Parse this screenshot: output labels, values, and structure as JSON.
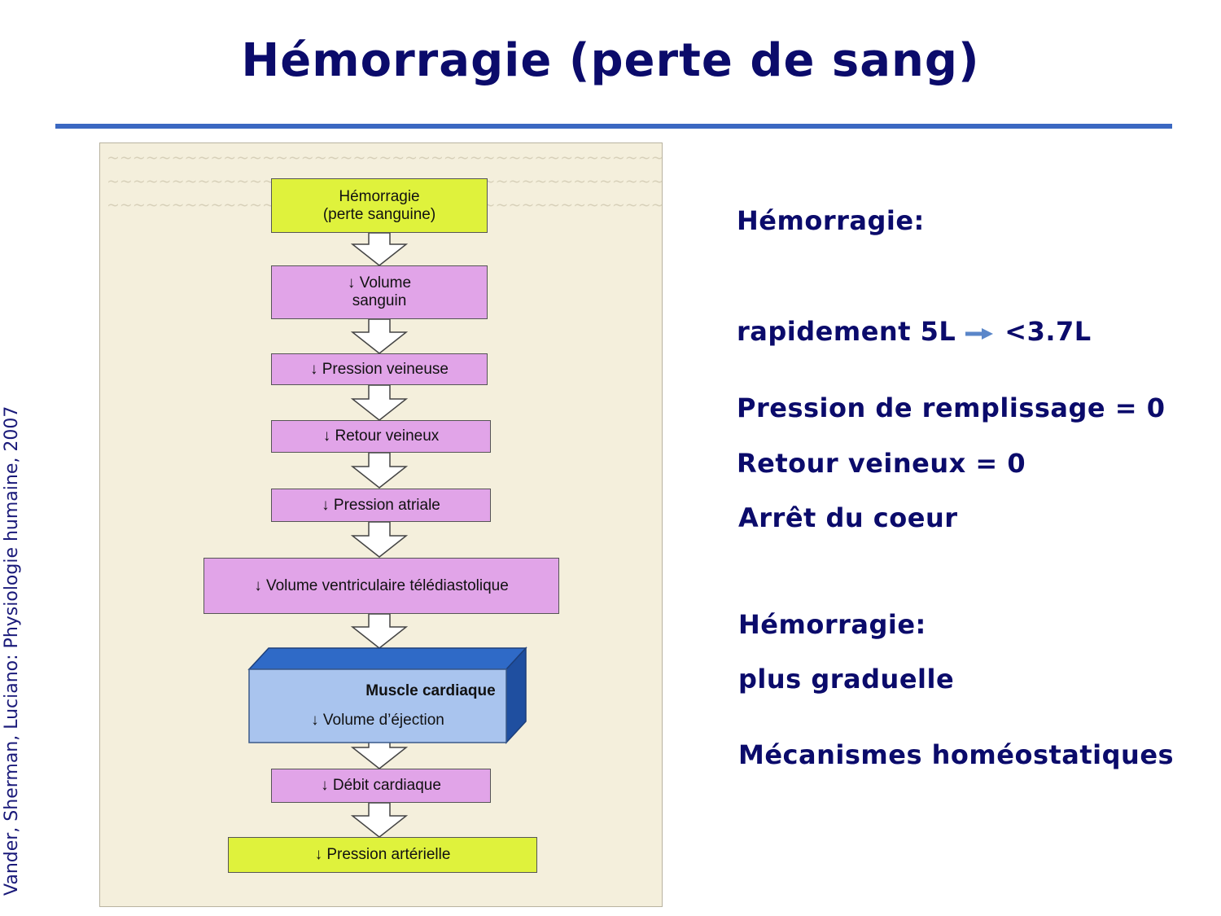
{
  "slide": {
    "title": "Hémorragie (perte de sang)",
    "citation": "Vander, Sherman, Luciano: Physiologie humaine, 2007"
  },
  "figure": {
    "boxes": [
      {
        "line1": "Hémorragie",
        "line2": "(perte sanguine)"
      },
      {
        "line1": "↓ Volume",
        "line2": "sanguin"
      },
      {
        "line1": "↓ Pression veineuse"
      },
      {
        "line1": "↓ Retour veineux"
      },
      {
        "line1": "↓ Pression atriale"
      },
      {
        "line1": "↓ Volume ventriculaire télédiastolique"
      },
      {
        "line1": "Muscle cardiaque",
        "line2": "↓ Volume d’éjection"
      },
      {
        "line1": "↓ Débit cardiaque"
      },
      {
        "line1": "↓ Pression artérielle"
      }
    ]
  },
  "right": {
    "hemo1": "Hémorragie:",
    "rapid_left": "rapidement 5L",
    "rapid_right": "<3.7L",
    "pression": "Pression de remplissage = 0",
    "retour": "Retour veineux = 0",
    "arret": "Arrêt du coeur",
    "hemo2": "Hémorragie:",
    "graduelle": "plus graduelle",
    "mecanismes": "Mécanismes homéostatiques"
  },
  "colors": {
    "title": "#0b0b6b",
    "rule": "#3b68c2",
    "box_yellow": "#dff23c",
    "box_pink": "#e1a4e8",
    "cube_front": "#a9c4ee",
    "cube_top": "#2f6ac7",
    "arrow_right": "#5a86c9"
  }
}
